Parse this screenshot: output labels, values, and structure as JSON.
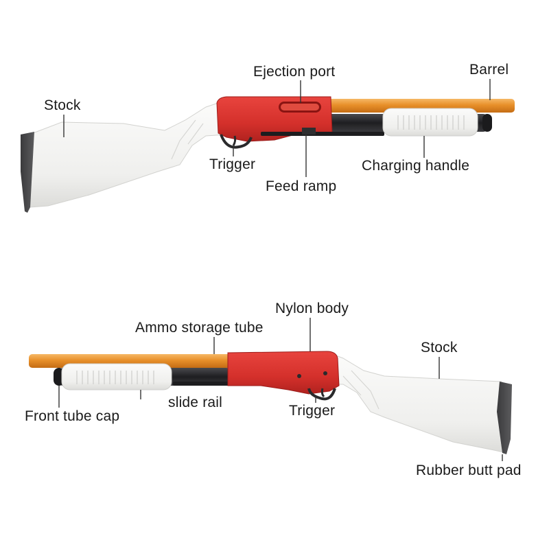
{
  "colors": {
    "background": "#ffffff",
    "body_red": "#d8302c",
    "body_red_dark": "#a81e1c",
    "barrel_orange": "#e8902a",
    "barrel_orange_light": "#f4b15a",
    "stock_white": "#f2f2f0",
    "stock_shadow": "#d9d9d6",
    "dark_metal": "#2a2a2c",
    "rubber_pad": "#4a4a4c",
    "leader_line": "#333333",
    "label_text": "#1a1a1a"
  },
  "top_view": {
    "labels": {
      "stock": "Stock",
      "ejection_port": "Ejection port",
      "barrel": "Barrel",
      "trigger": "Trigger",
      "charging_handle": "Charging handle",
      "feed_ramp": "Feed ramp"
    }
  },
  "bottom_view": {
    "labels": {
      "nylon_body": "Nylon body",
      "ammo_storage_tube": "Ammo storage tube",
      "stock": "Stock",
      "front_tube_cap": "Front tube cap",
      "slide_rail": "slide rail",
      "trigger": "Trigger",
      "rubber_butt_pad": "Rubber butt pad"
    }
  }
}
